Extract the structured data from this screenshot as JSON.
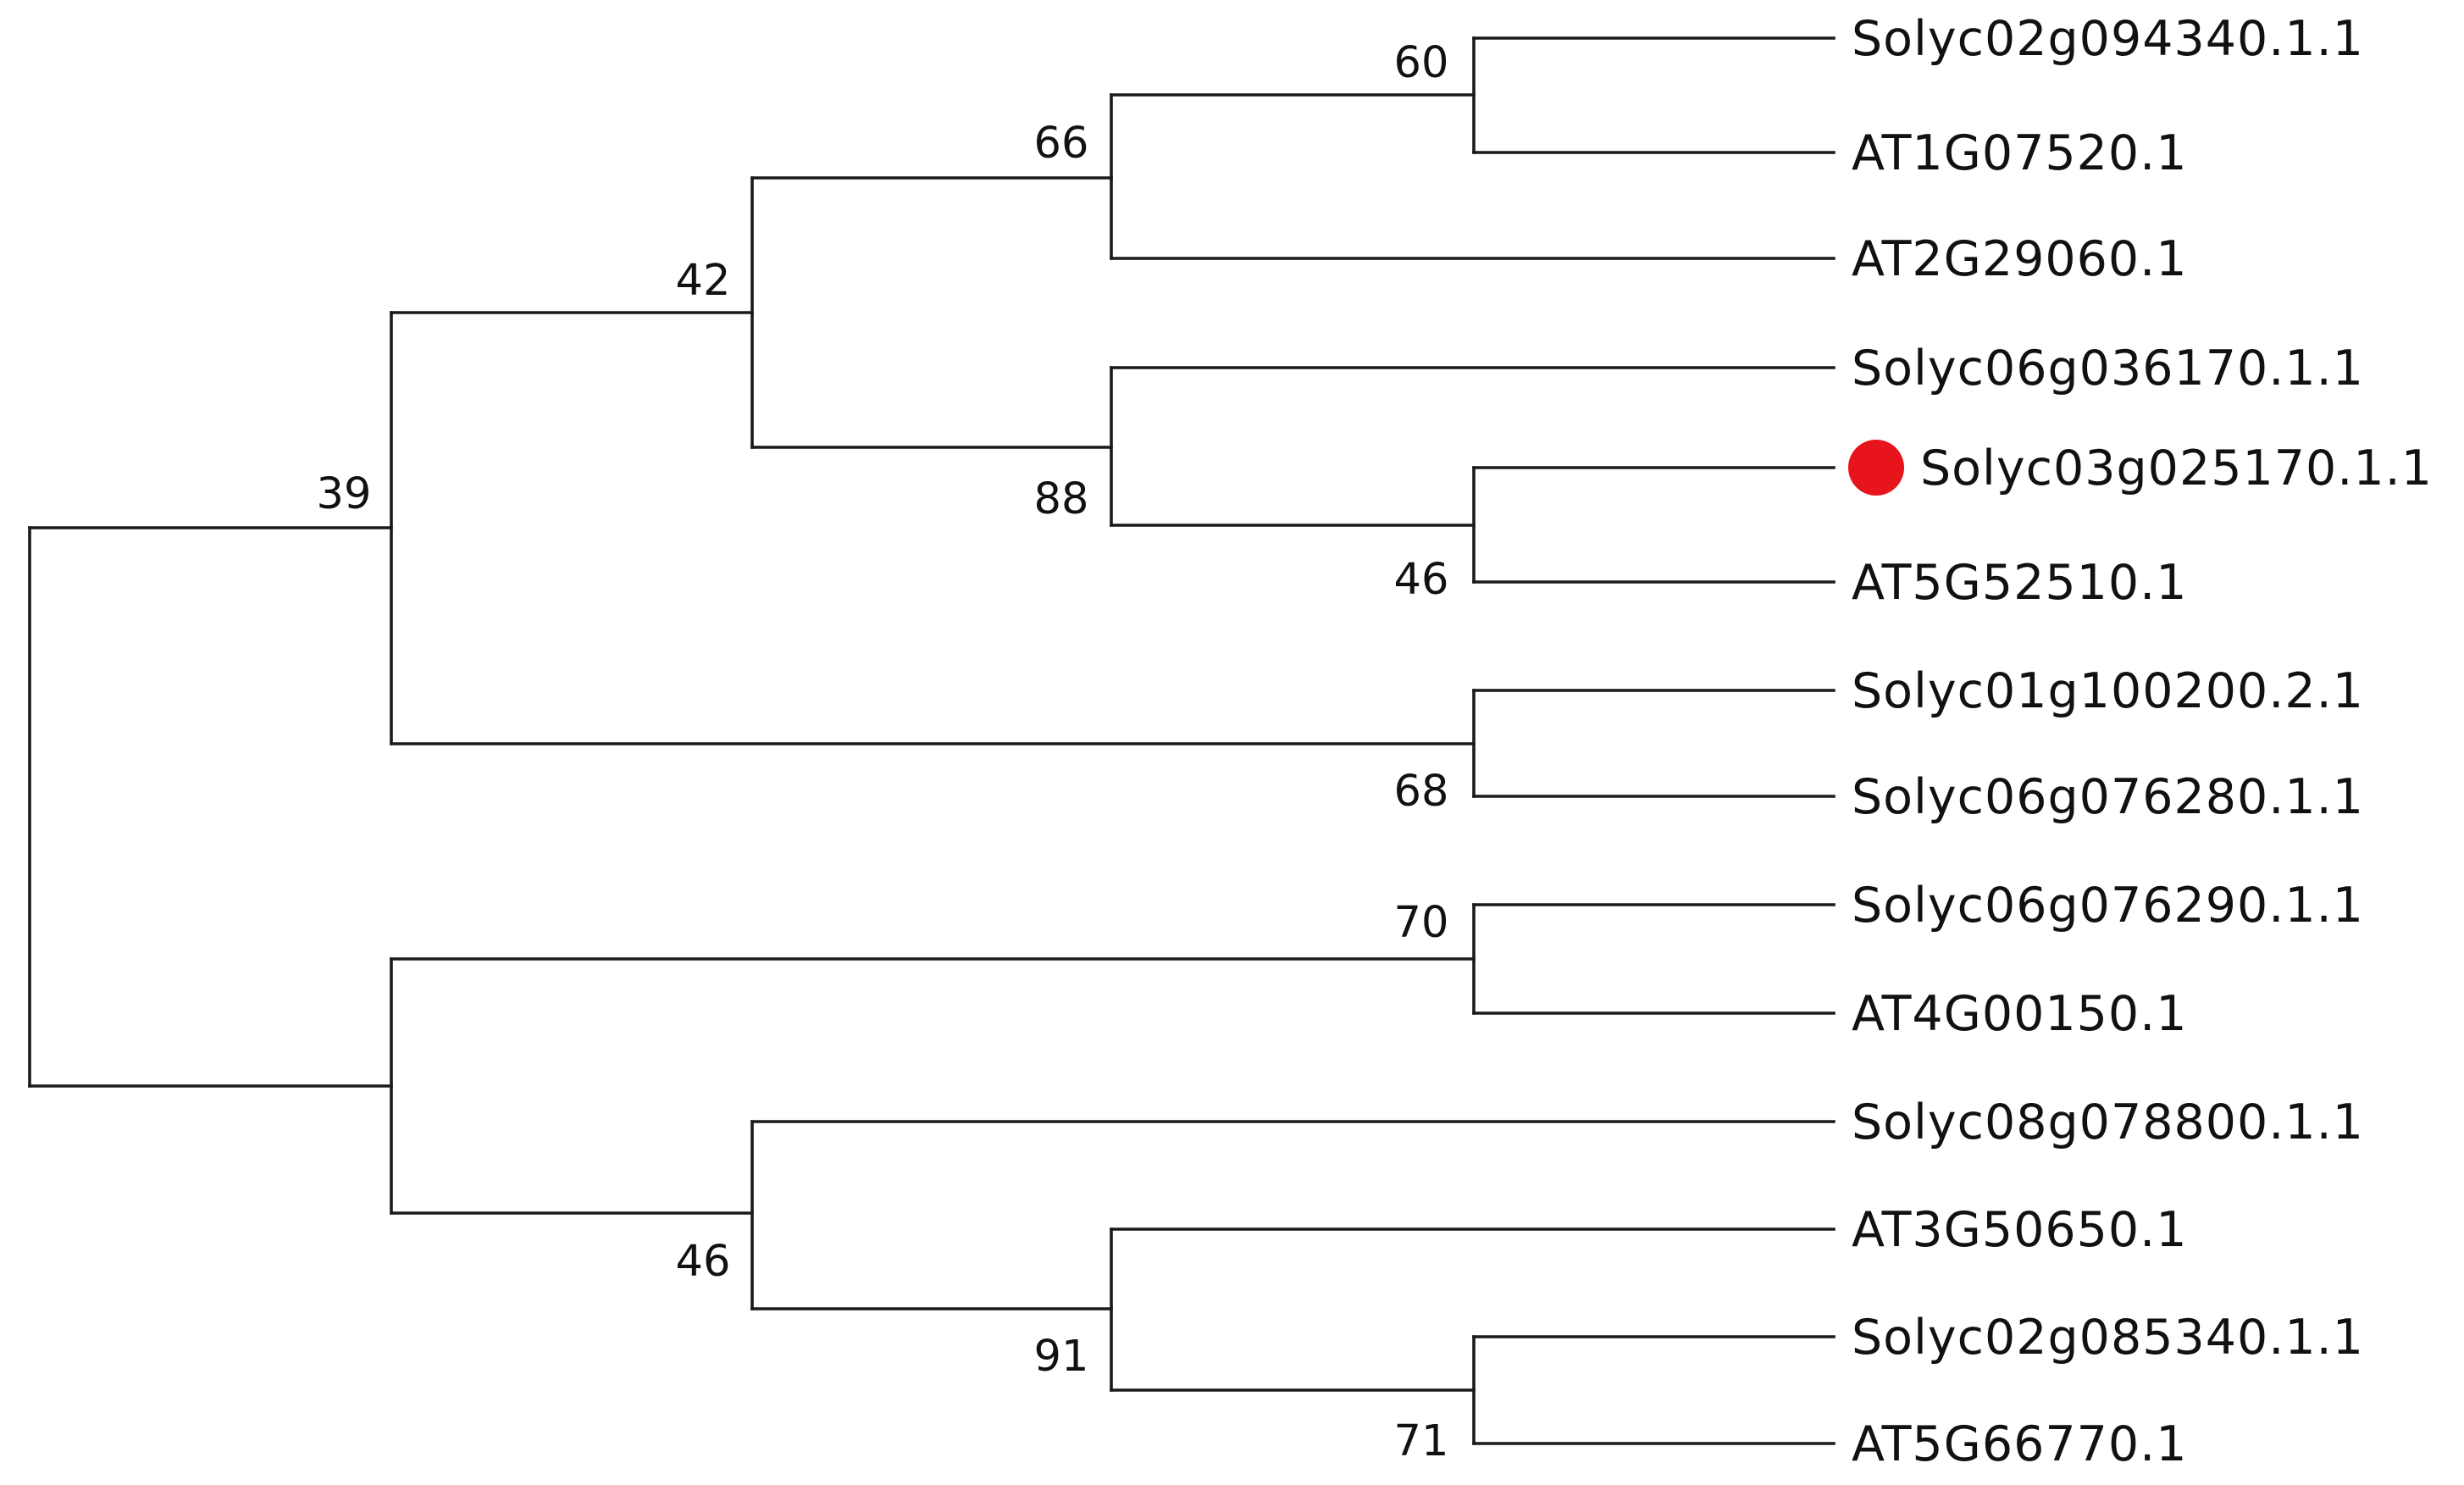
{
  "tree": {
    "leaves": [
      "Solyc02g094340.1.1",
      "AT1G07520.1",
      "AT2G29060.1",
      "Solyc06g036170.1.1",
      "Solyc03g025170.1.1",
      "AT5G52510.1",
      "Solyc01g100200.2.1",
      "Solyc06g076280.1.1",
      "Solyc06g076290.1.1",
      "AT4G00150.1",
      "Solyc08g078800.1.1",
      "AT3G50650.1",
      "Solyc02g085340.1.1",
      "AT5G66770.1"
    ],
    "highlighted_leaf": "Solyc03g025170.1.1",
    "highlight_color": "#e8141b",
    "bootstrap_values": [
      "39",
      "42",
      "66",
      "60",
      "88",
      "46",
      "68",
      "70",
      "46",
      "91",
      "71"
    ],
    "line_color": "#1a1a1a"
  }
}
